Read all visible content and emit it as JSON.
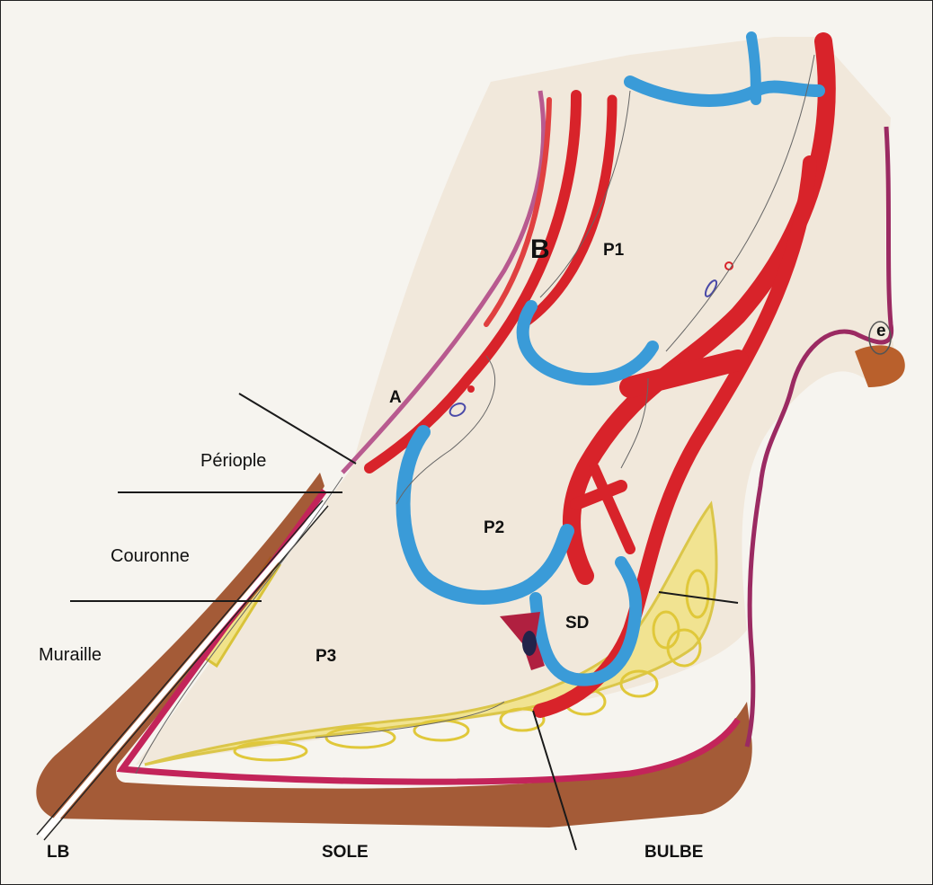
{
  "labels": {
    "B": "B",
    "P1": "P1",
    "e": "e",
    "A": "A",
    "periople": "Périople",
    "P2": "P2",
    "couronne": "Couronne",
    "SD": "SD",
    "muraille": "Muraille",
    "P3": "P3",
    "LB": "LB",
    "sole": "SOLE",
    "bulbe": "BULBE"
  },
  "colors": {
    "paper": "#f6f4ef",
    "horn": "#9b4a22",
    "artery": "#d8232a",
    "cartilage": "#3a9bd8",
    "fat": "#e8d65a",
    "dermis": "#c3245a",
    "tissue": "#efe2d3",
    "leader_line": "#1a1a1a"
  }
}
